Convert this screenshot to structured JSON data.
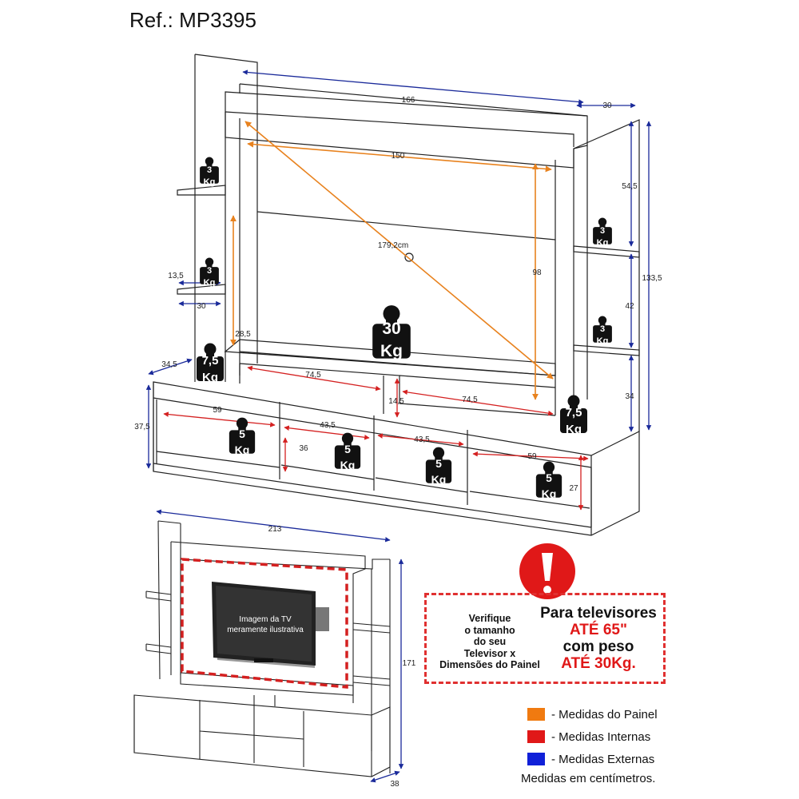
{
  "title": "Ref.: MP3395",
  "dimensions": {
    "top_width": "166",
    "depth_top": "30",
    "tv_width": "150",
    "tv_diagonal": "179,2cm",
    "tv_height": "98",
    "right_height_top": "54,5",
    "total_height": "133,5",
    "right_mid": "42",
    "right_low": "34",
    "left_shelf_depth": "13,5",
    "left_shelf_width": "30",
    "left_niche_height": "28,5",
    "base_depth": "34,5",
    "niche_width": "74,5",
    "niche_width_2": "74,5",
    "niche_height": "14,5",
    "rack_height": "37,5",
    "compartment_1": "59",
    "compartment_2": "43,5",
    "compartment_3": "43,5",
    "compartment_4": "59",
    "compartment_height_2": "36",
    "compartment_height_4": "27",
    "overall_width": "213",
    "overall_height": "171",
    "overall_depth": "38"
  },
  "weights": {
    "main": {
      "value": "30",
      "unit": "Kg"
    },
    "shelf_top_left": {
      "value": "3",
      "unit": "Kg"
    },
    "shelf_mid_left": {
      "value": "3",
      "unit": "Kg"
    },
    "shelf_top_right": {
      "value": "3",
      "unit": "Kg"
    },
    "shelf_mid_right": {
      "value": "3",
      "unit": "Kg"
    },
    "side_left": {
      "value": "7,5",
      "unit": "Kg"
    },
    "side_right": {
      "value": "7,5",
      "unit": "Kg"
    },
    "comp_1": {
      "value": "5",
      "unit": "Kg"
    },
    "comp_2": {
      "value": "5",
      "unit": "Kg"
    },
    "comp_3": {
      "value": "5",
      "unit": "Kg"
    },
    "comp_4": {
      "value": "5",
      "unit": "Kg"
    }
  },
  "tv_caption": [
    "Imagem da TV",
    "meramente ilustrativa"
  ],
  "notice": {
    "left_lines": [
      "Verifique",
      "o tamanho",
      "do seu",
      "Televisor x",
      "Dimensões do Painel"
    ],
    "right_line1": "Para televisores",
    "right_line2": "ATÉ 65\"",
    "right_line3": "com peso",
    "right_line4": "ATÉ 30Kg."
  },
  "legend": {
    "items": [
      {
        "label": "- Medidas do Painel",
        "color": "#f07a10"
      },
      {
        "label": "- Medidas Internas",
        "color": "#e01818"
      },
      {
        "label": "- Medidas Externas",
        "color": "#1020d8"
      }
    ],
    "footer": "Medidas em centímetros."
  },
  "colors": {
    "orange": "#e8821e",
    "red": "#d42020",
    "blue": "#1a2a9a",
    "black": "#111111"
  }
}
